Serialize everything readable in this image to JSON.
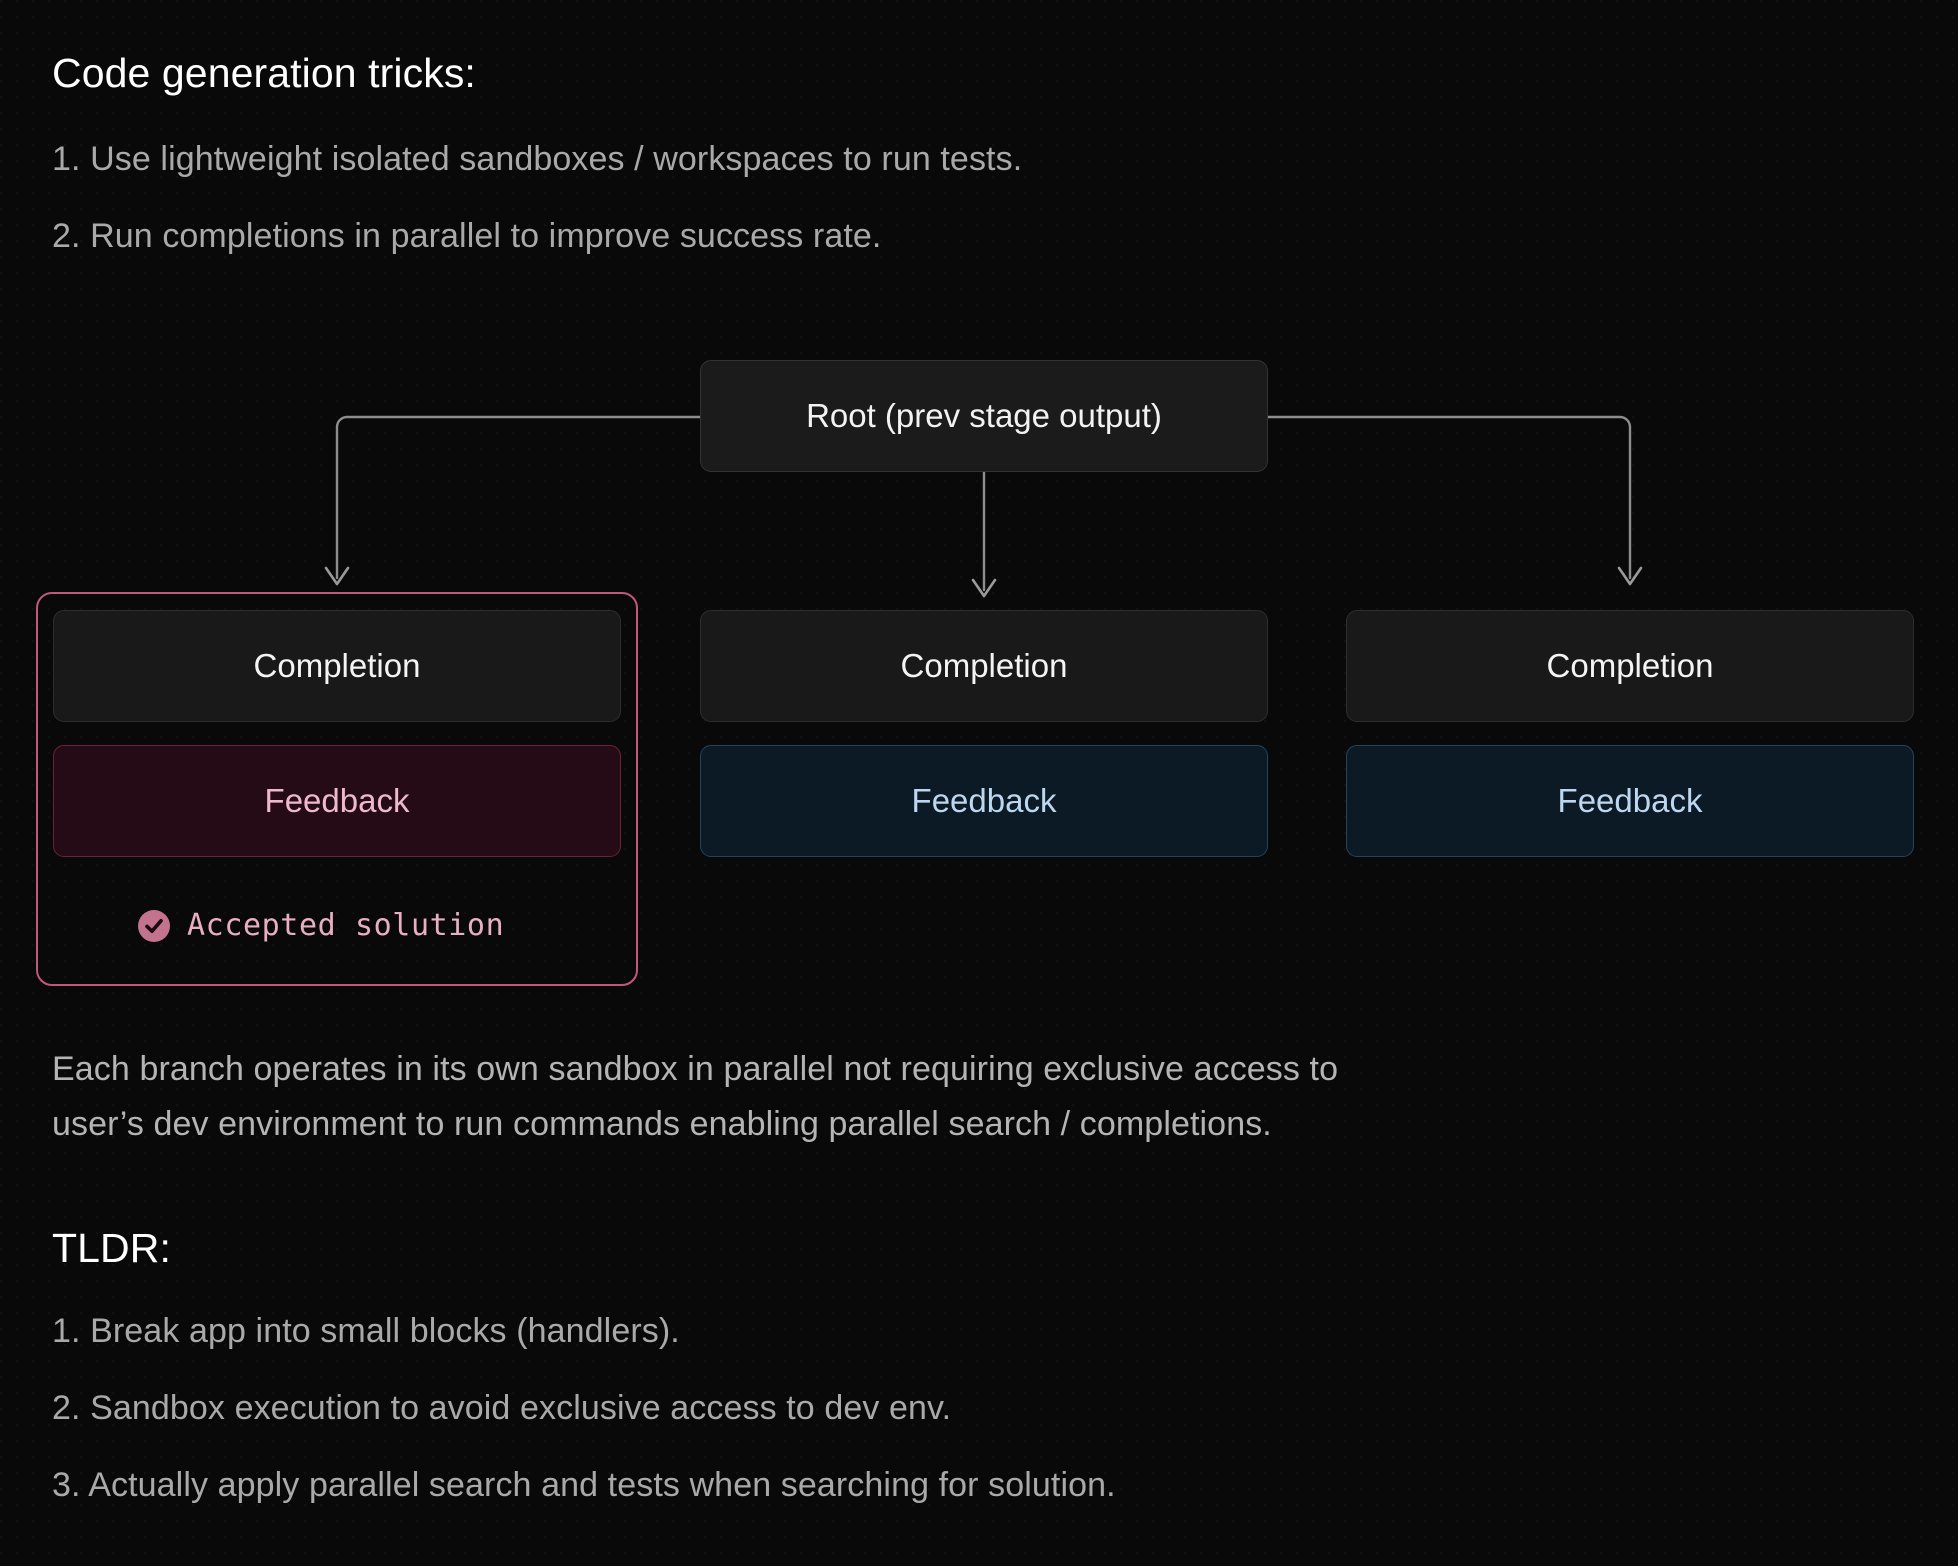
{
  "sections": {
    "tricks": {
      "heading": "Code generation tricks:",
      "items": [
        "1. Use lightweight isolated sandboxes / workspaces to run tests.",
        "2. Run completions in parallel to improve success rate."
      ]
    },
    "caption": {
      "line1": "Each branch operates in its own sandbox in parallel not requiring exclusive access to",
      "line2": "user’s dev environment to run commands enabling parallel search / completions."
    },
    "tldr": {
      "heading": "TLDR:",
      "items": [
        "1. Break app into small blocks (handlers).",
        "2. Sandbox execution to avoid exclusive access to dev env.",
        "3. Actually apply parallel search and tests when searching for solution."
      ]
    }
  },
  "diagram": {
    "root": {
      "label": "Root (prev stage output)"
    },
    "branches": [
      {
        "id": "branch-left",
        "completion_label": "Completion",
        "feedback_label": "Feedback",
        "state": "accepted",
        "status_label": "Accepted solution",
        "status_icon": "check-circle-icon"
      },
      {
        "id": "branch-middle",
        "completion_label": "Completion",
        "feedback_label": "Feedback",
        "state": "normal"
      },
      {
        "id": "branch-right",
        "completion_label": "Completion",
        "feedback_label": "Feedback",
        "state": "normal"
      }
    ]
  },
  "colors": {
    "background": "#090909",
    "heading_text": "#ffffff",
    "body_text": "#a9a9a9",
    "accent_pink": "#c1577d",
    "accent_blue": "#bcd7ef",
    "connector": "#8a8a8a",
    "node_surface": "#191919",
    "feedback_blue_bg": "#0c1a26",
    "feedback_pink_bg": "#250b15"
  }
}
